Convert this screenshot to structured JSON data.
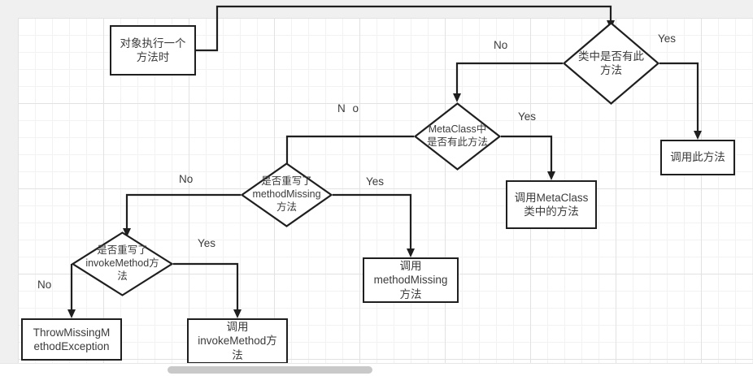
{
  "diagram": {
    "title": "Groovy method dispatch flowchart",
    "colors": {
      "stroke": "#1f1f1f",
      "text": "#3b3b3b",
      "canvas": "#ffffff",
      "page_background": "#f0f0f0",
      "grid_minor": "#f2f2f2",
      "grid_major": "#e2e2e2",
      "scrollbar_thumb": "#c9c9c9"
    },
    "nodes": {
      "start": {
        "id": "start",
        "shape": "box",
        "text": "对象执行一个\n方法时"
      },
      "class_has_method": {
        "id": "class_has_method",
        "shape": "diamond",
        "text": "类中是否有此\n方法"
      },
      "call_this_method": {
        "id": "call_this_method",
        "shape": "box",
        "text": "调用此方法"
      },
      "metaclass_has_method": {
        "id": "metaclass_has_method",
        "shape": "diamond",
        "text": "MetaClass中\n是否有此方法"
      },
      "call_metaclass_method": {
        "id": "call_metaclass_method",
        "shape": "box",
        "text": "调用MetaClass\n类中的方法"
      },
      "override_method_missing": {
        "id": "override_method_missing",
        "shape": "diamond",
        "text": "是否重写了\nmethodMissing\n方法"
      },
      "call_method_missing": {
        "id": "call_method_missing",
        "shape": "box",
        "text": "调用\nmethodMissing\n方法"
      },
      "override_invoke_method": {
        "id": "override_invoke_method",
        "shape": "diamond",
        "text": "是否重写了\ninvokeMethod方\n法"
      },
      "call_invoke_method": {
        "id": "call_invoke_method",
        "shape": "box",
        "text": "调用\ninvokeMethod方\n法"
      },
      "throw_exception": {
        "id": "throw_exception",
        "shape": "box",
        "text": "ThrowMissingM\nethodException"
      }
    },
    "edge_labels": {
      "class_no": "No",
      "class_yes": "Yes",
      "metaclass_no": "N o",
      "metaclass_yes": "Yes",
      "missing_no": "No",
      "missing_yes": "Yes",
      "invoke_no": "No",
      "invoke_yes": "Yes"
    }
  },
  "scrollbar": {
    "orientation": "horizontal",
    "thumb_label": ""
  }
}
